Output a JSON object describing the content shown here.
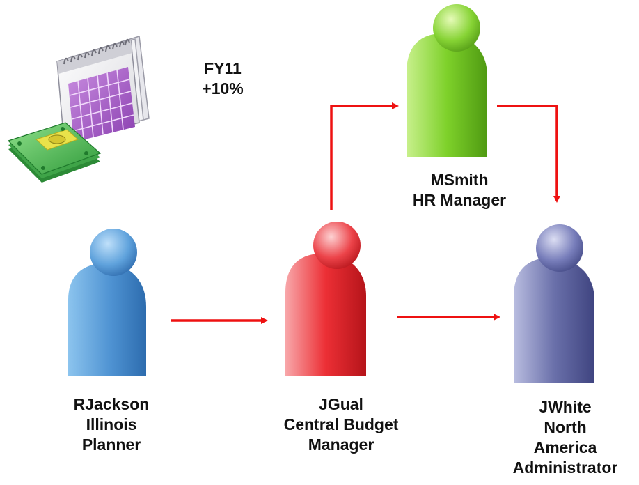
{
  "budget_note": {
    "line1": "FY11",
    "line2": "+10%"
  },
  "people": {
    "rjackson": {
      "name": "RJackson",
      "line2": "Illinois",
      "line3": "Planner",
      "color": "#5b9bd8"
    },
    "jgual": {
      "name": "JGual",
      "line2": "Central Budget",
      "line3": "Manager",
      "color": "#e8343a"
    },
    "msmith": {
      "name": "MSmith",
      "line2": "HR Manager",
      "color": "#7fd02c"
    },
    "jwhite": {
      "name": "JWhite",
      "line2": "North",
      "line3": "America",
      "line4": "Administrator",
      "color": "#6c72ab"
    }
  },
  "arrow_color": "#ee1111",
  "icons": {
    "calendar": "calendar-icon",
    "money": "money-stack-icon"
  }
}
